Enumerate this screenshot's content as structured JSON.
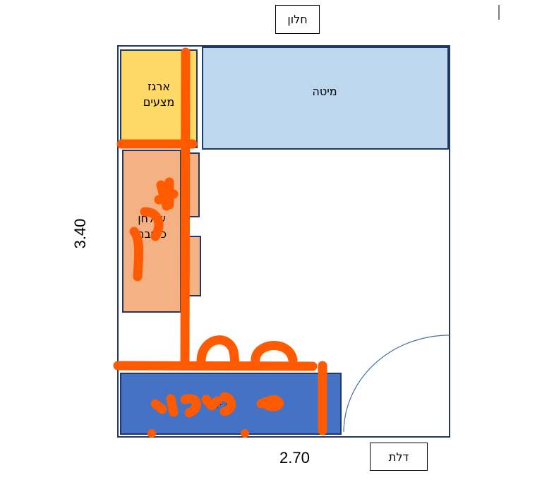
{
  "labels": {
    "window": "חלון",
    "door": "דלת",
    "bed": "מיטה",
    "drawer_line1": "ארגז",
    "drawer_line2": "מצעים",
    "desk_line1": "שולחן",
    "desk_line2": "כתיבה",
    "closet": "ארון"
  },
  "dimensions": {
    "height": "3.40",
    "width": "2.70"
  },
  "colors": {
    "room_border": "#1f3864",
    "bed": "#bdd7ee",
    "drawer": "#ffd966",
    "desk": "#f4b183",
    "closet": "#4472c4",
    "door_arc": "#4a6fa5",
    "scribble": "#ff5a00"
  }
}
